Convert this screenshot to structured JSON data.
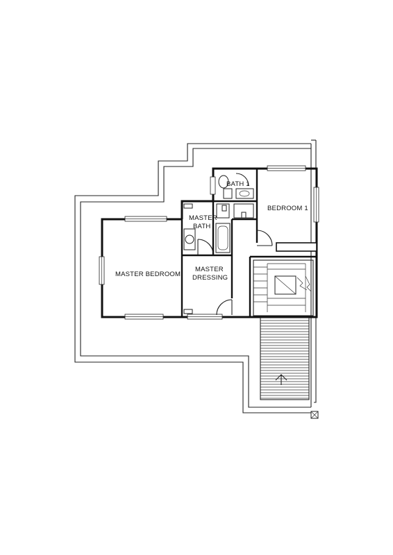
{
  "rooms": {
    "bath1": "BATH 1",
    "bedroom1": "BEDROOM 1",
    "master_bath_line1": "MASTER",
    "master_bath_line2": "BATH",
    "master_bedroom": "MASTER BEDROOM",
    "master_dressing_line1": "MASTER",
    "master_dressing_line2": "DRESSING"
  }
}
